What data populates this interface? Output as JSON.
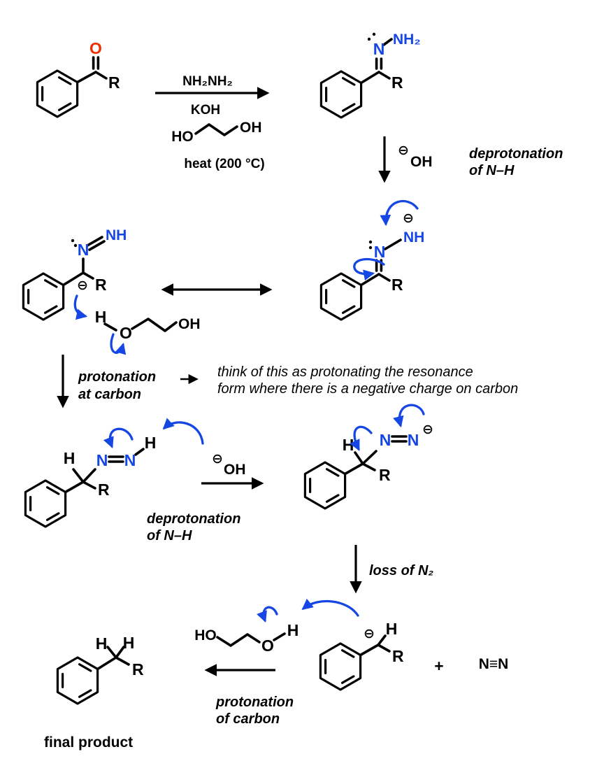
{
  "colors": {
    "bond_black": "#000000",
    "nitrogen_blue": "#1646e3",
    "oxygen_red": "#ee2f00",
    "background": "#ffffff"
  },
  "atoms": {
    "R": "R",
    "H": "H",
    "O": "O",
    "N": "N",
    "NH": "NH",
    "NH2": "NH₂",
    "HO": "HO",
    "OH": "OH",
    "minus_charge": "⊖",
    "plus": "+",
    "dinitrogen": "N≡N"
  },
  "step1": {
    "reagent_above": "NH₂NH₂",
    "reagent_below": "KOH",
    "conditions": "heat (200 °C)"
  },
  "annotations": {
    "deprotonation1": {
      "line1": "deprotonation",
      "line2": "of N–H"
    },
    "protonation_at_carbon": {
      "line1": "protonation",
      "line2": "at carbon"
    },
    "resonance_note": {
      "line1": "think of this as protonating the resonance",
      "line2": "form where there is a negative charge on carbon"
    },
    "deprotonation2": {
      "line1": "deprotonation",
      "line2": "of N–H"
    },
    "loss_of_n2": "loss of N₂",
    "protonation_of_carbon": {
      "line1": "protonation",
      "line2": "of carbon"
    },
    "final_product": "final product"
  }
}
